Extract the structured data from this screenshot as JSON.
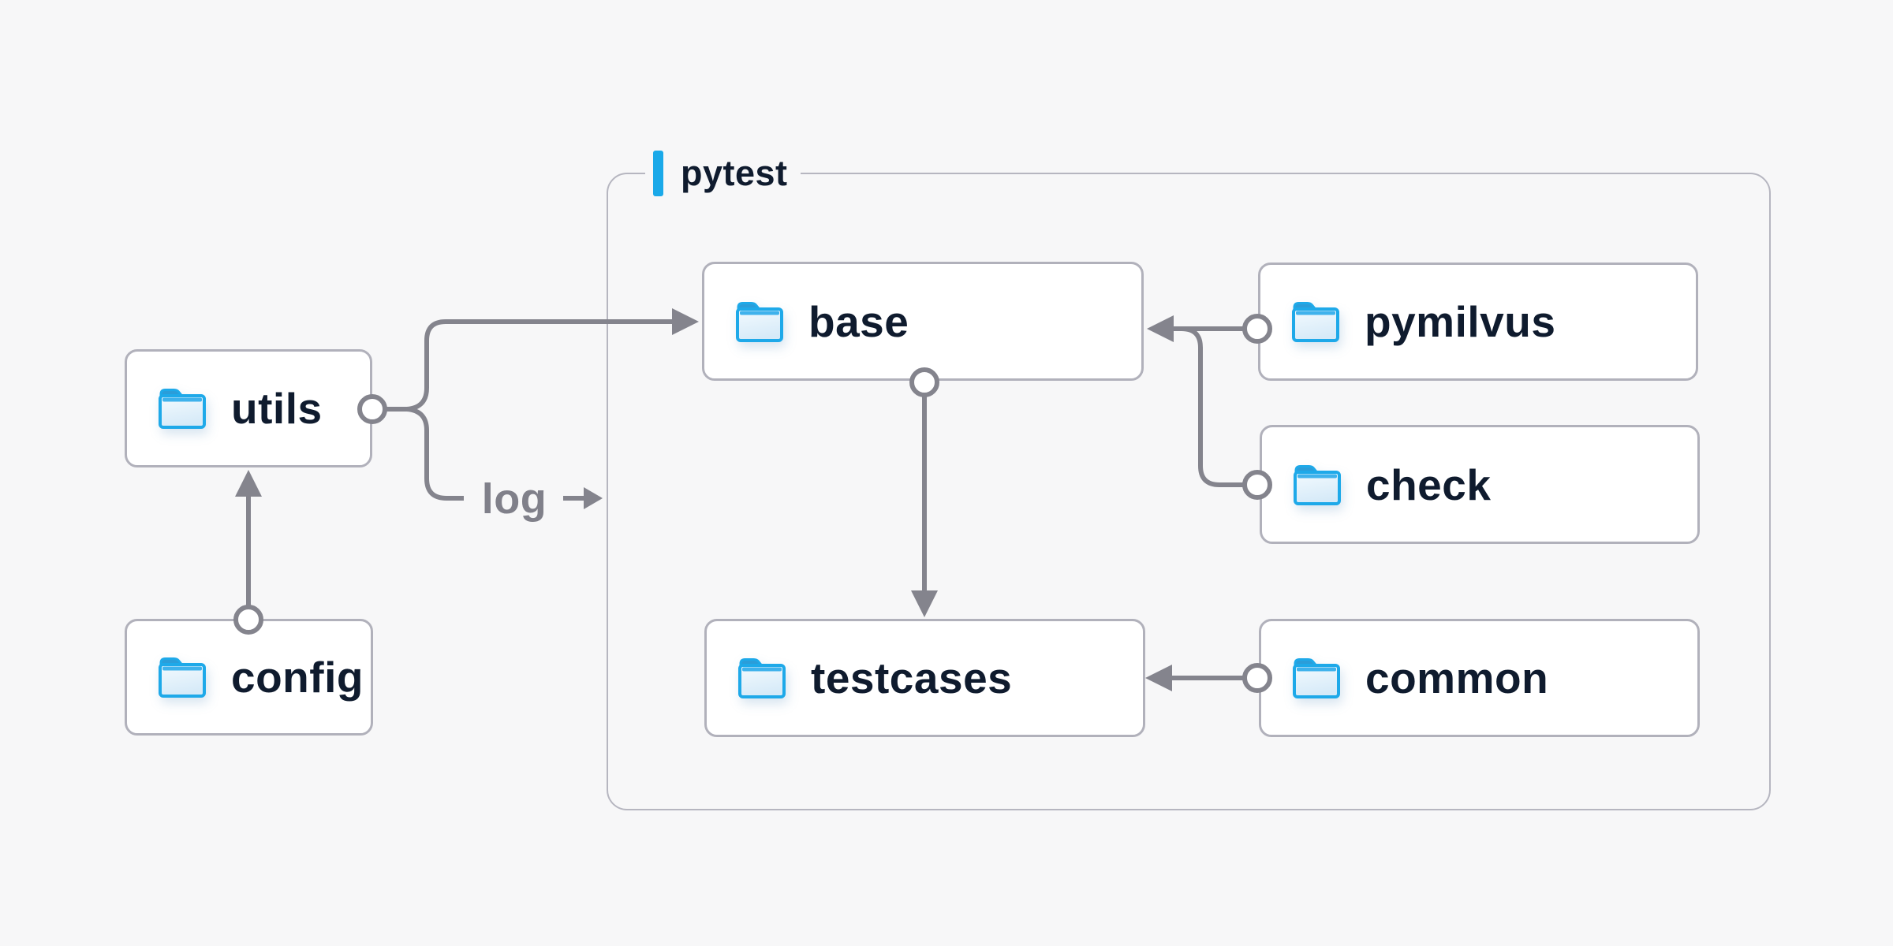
{
  "container": {
    "label": "pytest"
  },
  "nodes": {
    "utils": {
      "label": "utils"
    },
    "config": {
      "label": "config"
    },
    "base": {
      "label": "base"
    },
    "pymilvus": {
      "label": "pymilvus"
    },
    "check": {
      "label": "check"
    },
    "testcases": {
      "label": "testcases"
    },
    "common": {
      "label": "common"
    }
  },
  "edge_labels": {
    "log": "log"
  },
  "edges": [
    {
      "from": "config",
      "to": "utils"
    },
    {
      "from": "utils",
      "to": "base"
    },
    {
      "from": "utils",
      "to": "pytest-container",
      "label": "log"
    },
    {
      "from": "pymilvus",
      "to": "base"
    },
    {
      "from": "check",
      "to": "base"
    },
    {
      "from": "base",
      "to": "testcases"
    },
    {
      "from": "common",
      "to": "testcases"
    }
  ],
  "icons": {
    "node_icon": "folder-icon"
  },
  "colors": {
    "background": "#f7f7f8",
    "box_fill": "#ffffff",
    "box_border": "#b1b1bb",
    "container_border": "#b6b6c0",
    "text_navy": "#0f1b2e",
    "connector_gray": "#84848d",
    "log_text_gray": "#80808a",
    "accent_blue": "#1aa9e9",
    "folder_blue": "#1ea9e9"
  }
}
